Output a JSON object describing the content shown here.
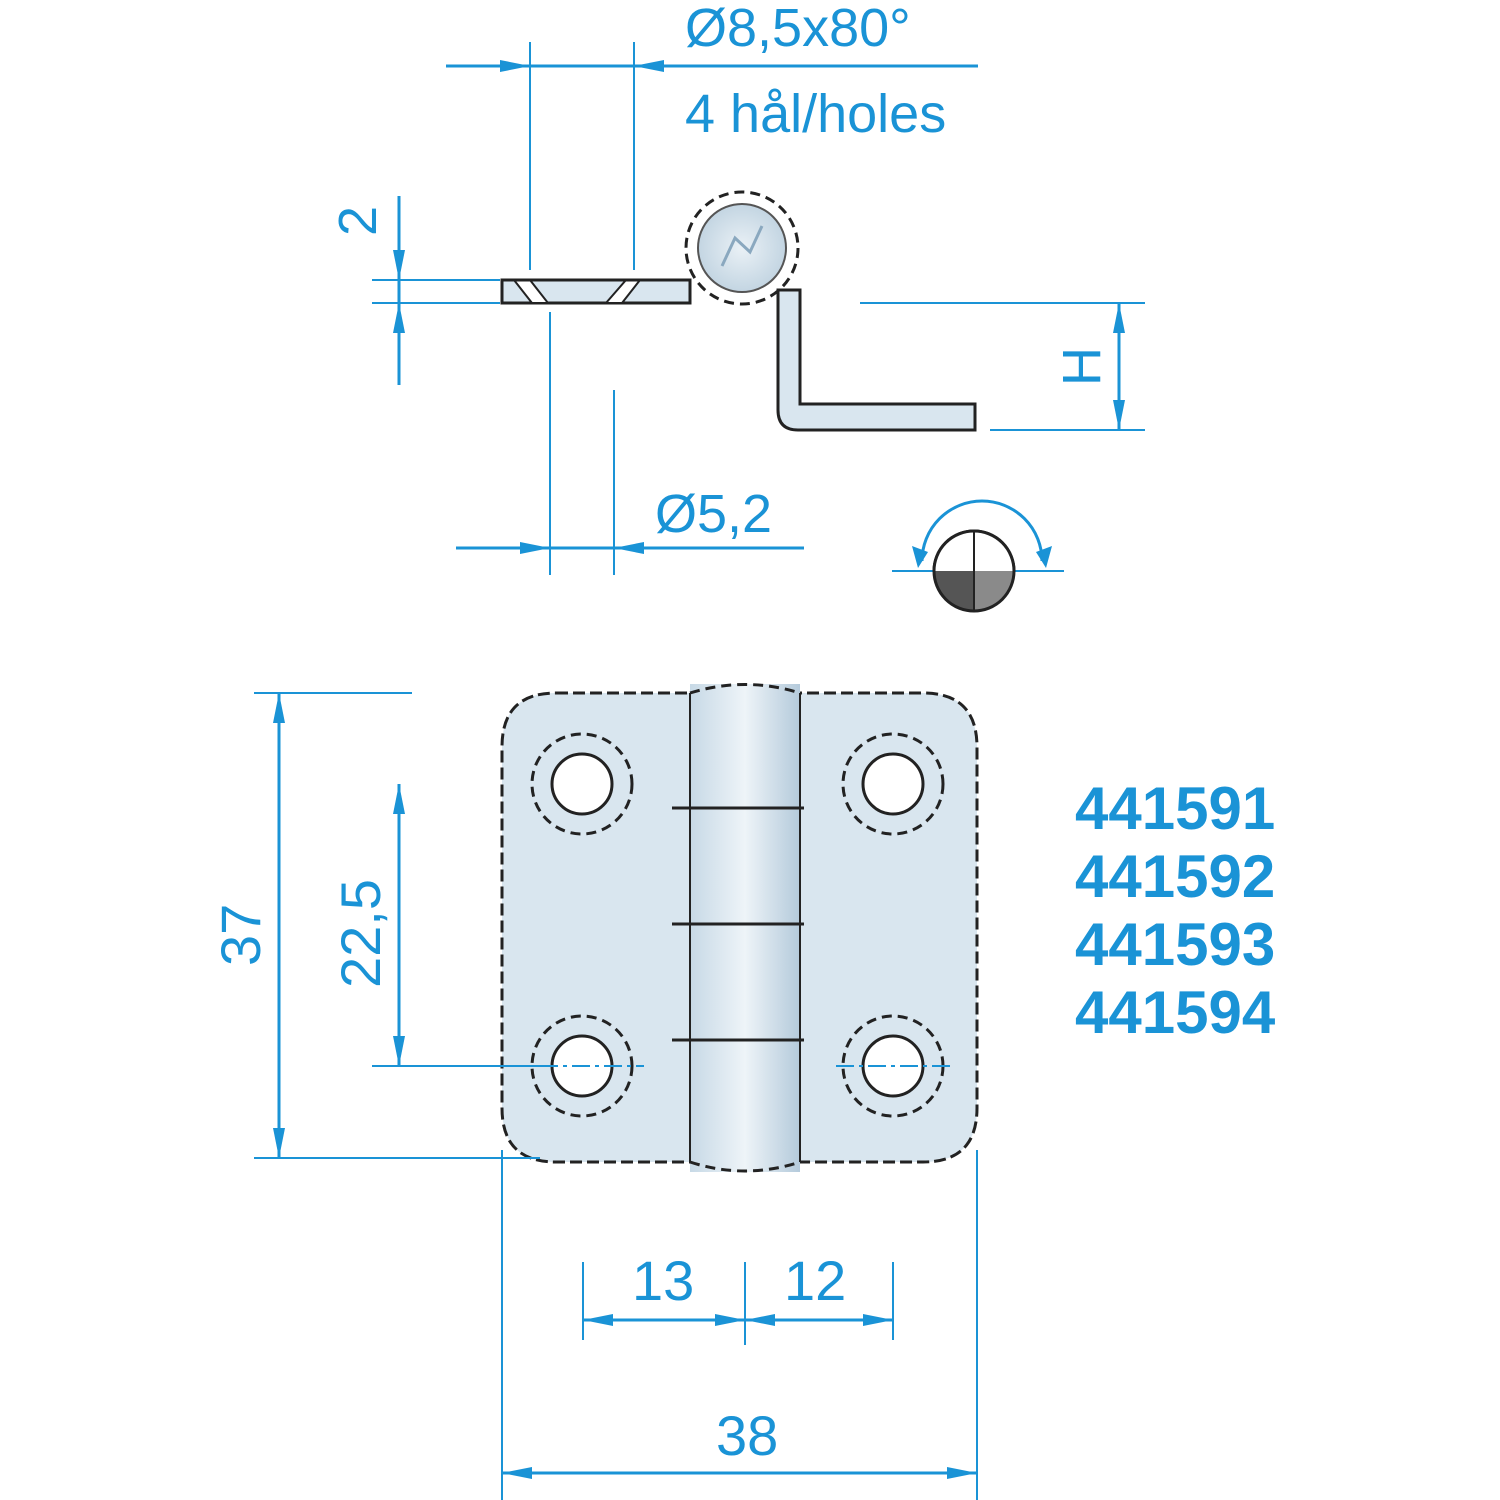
{
  "dimensions": {
    "countersink_spec": "Ø8,5x80°",
    "hole_count": "4 hål/holes",
    "thickness": "2",
    "height": "H",
    "hole_diameter": "Ø5,2",
    "overall_height": "37",
    "hole_pitch_vertical": "22,5",
    "hole_offset_left": "13",
    "hole_offset_right": "12",
    "overall_width": "38"
  },
  "part_numbers": [
    "441591",
    "441592",
    "441593",
    "441594"
  ],
  "colors": {
    "dimension": "#1a93d6",
    "outline": "#222222",
    "steel_fill": "#d9e6ef",
    "steel_shade": "#b9cddb"
  },
  "icons": {
    "projection_symbol": "first-angle-projection-icon"
  }
}
